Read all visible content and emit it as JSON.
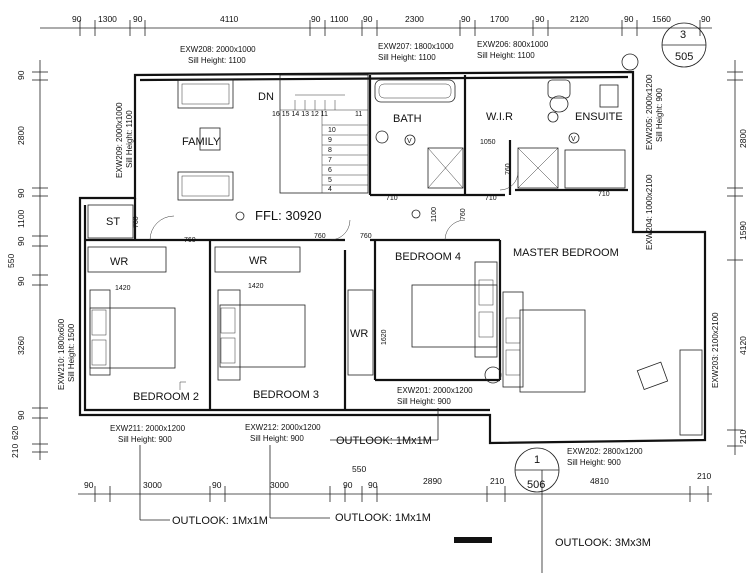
{
  "top_dims": [
    "90",
    "1300",
    "90",
    "4110",
    "90",
    "1100",
    "90",
    "2300",
    "90",
    "1700",
    "90",
    "2120",
    "90",
    "1560",
    "90"
  ],
  "left_dims": [
    "90",
    "2800",
    "90",
    "1100",
    "90",
    "550",
    "90",
    "3260",
    "90",
    "620",
    "210"
  ],
  "right_dims": [
    "2800",
    "1590",
    "4120",
    "210"
  ],
  "bottom_dims": [
    "90",
    "3000",
    "90",
    "3000",
    "90",
    "550",
    "90",
    "2890",
    "210",
    "4810",
    "210"
  ],
  "rooms": {
    "family": "FAMILY",
    "bath": "BATH",
    "wir": "W.I.R",
    "ensuite": "ENSUITE",
    "st": "ST",
    "wr1": "WR",
    "wr2": "WR",
    "wr3": "WR",
    "bedroom4": "BEDROOM 4",
    "master": "MASTER BEDROOM",
    "bedroom2": "BEDROOM 2",
    "bedroom3": "BEDROOM 3"
  },
  "stair": {
    "dn": "DN",
    "numbers": "16 15 14 13 12 11"
  },
  "stair_right": [
    "10",
    "9",
    "8",
    "7",
    "6",
    "5",
    "4"
  ],
  "ffl": "FFL: 30920",
  "windows": {
    "exw208": "EXW208: 2000x1000",
    "exw208_sill": "Sill Height: 1100",
    "exw207": "EXW207: 1800x1000",
    "exw207_sill": "Sill Height: 1100",
    "exw206": "EXW206: 800x1000",
    "exw206_sill": "Sill Height: 1100",
    "exw209": "EXW209: 2000x1000",
    "exw209_sill": "Sill Height: 1100",
    "exw205": "EXW205: 2000x1200",
    "exw205_sill": "Sill Height: 900",
    "exw204": "EXW204: 1000x2100",
    "exw203": "EXW203: 2100x2100",
    "exw210": "EXW210: 1800x600",
    "exw210_sill": "Sill Height: 1500",
    "exw211": "EXW211: 2000x1200",
    "exw211_sill": "Sill Height: 900",
    "exw212": "EXW212: 2000x1200",
    "exw212_sill": "Sill Height: 900",
    "exw201": "EXW201: 2000x1200",
    "exw201_sill": "Sill Height: 900",
    "exw202": "EXW202: 2800x1200",
    "exw202_sill": "Sill Height: 900"
  },
  "inner_dims": {
    "d1050": "1050",
    "d710a": "710",
    "d710b": "710",
    "d710c": "710",
    "d760a": "760",
    "d760b": "760",
    "d760c": "760",
    "d760d": "760",
    "d760e": "760",
    "d760f": "760",
    "d1420a": "1420",
    "d1420b": "1420",
    "d1620": "1620",
    "d1100": "1100"
  },
  "outlook": {
    "o1": "OUTLOOK: 1Mx1M",
    "o2": "OUTLOOK: 1Mx1M",
    "o3": "OUTLOOK: 1Mx1M",
    "o4": "OUTLOOK: 3Mx3M"
  },
  "markers": {
    "top_num": "3",
    "top_page": "505",
    "bottom_num": "1",
    "bottom_page": "506"
  },
  "vent": "V"
}
